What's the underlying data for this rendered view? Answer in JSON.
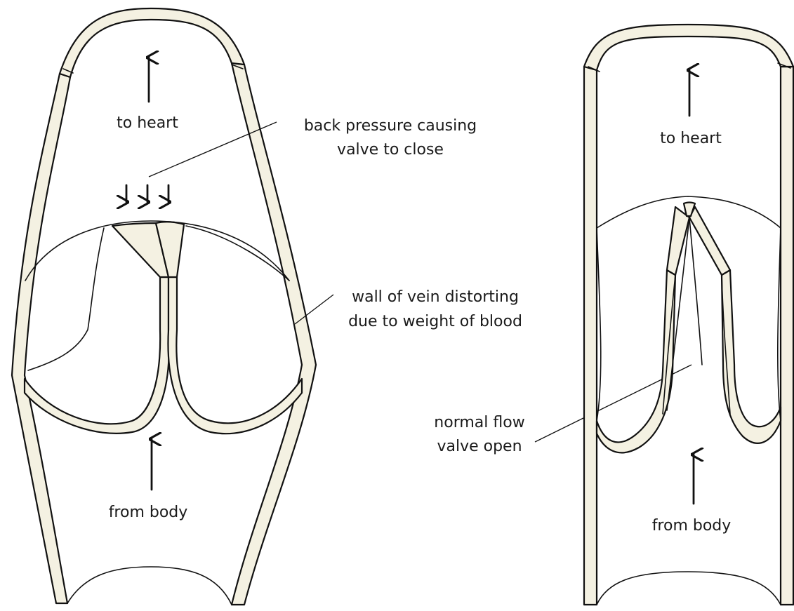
{
  "colors": {
    "vein_wall_fill": "#f4f1e2",
    "outline": "#111111",
    "background": "#ffffff"
  },
  "left_panel": {
    "state": "closed",
    "top_label": "to heart",
    "bottom_label": "from body",
    "callout_back_pressure": [
      "back pressure causing",
      "valve to close"
    ],
    "callout_wall": [
      "wall of vein distorting",
      "due to weight of blood"
    ]
  },
  "right_panel": {
    "state": "open",
    "top_label": "to heart",
    "bottom_label": "from body",
    "callout_flow": [
      "normal flow",
      "valve open"
    ]
  }
}
